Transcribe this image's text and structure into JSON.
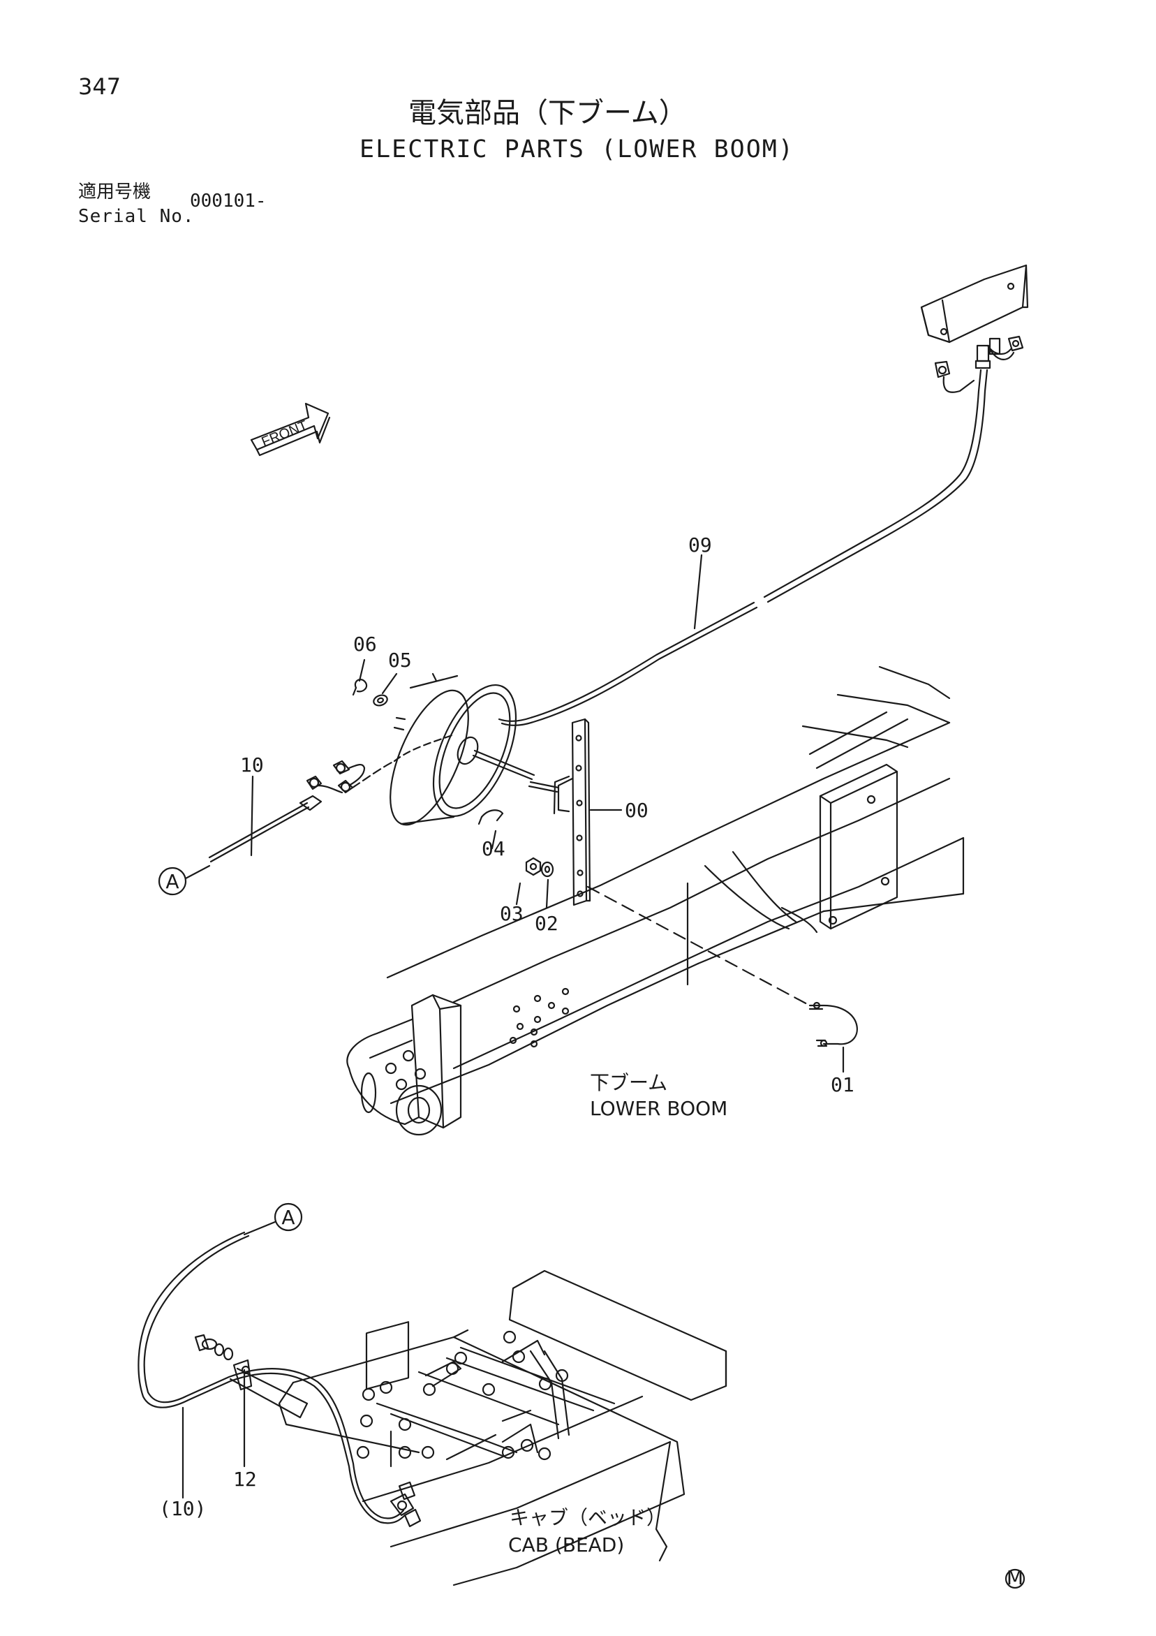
{
  "header": {
    "page_number": "347",
    "title_jp": "電気部品（下ブーム）",
    "title_en": "ELECTRIC PARTS (LOWER BOOM)",
    "serial_label_jp": "適用号機",
    "serial_label_en": "Serial No.",
    "serial_value": "000101-"
  },
  "drawing": {
    "front_arrow_label": "FRONT",
    "callouts": [
      "09",
      "06",
      "05",
      "10",
      "00",
      "04",
      "03",
      "02",
      "01",
      "12",
      "(10)"
    ],
    "ref_marker_a_top": "A",
    "ref_marker_a_bottom": "A",
    "lower_boom_label_jp": "下ブーム",
    "lower_boom_label_en": "LOWER BOOM",
    "cab_label_jp": "キャブ（ベッド）",
    "cab_label_en": "CAB (BEAD)",
    "corner_mark": "M"
  }
}
